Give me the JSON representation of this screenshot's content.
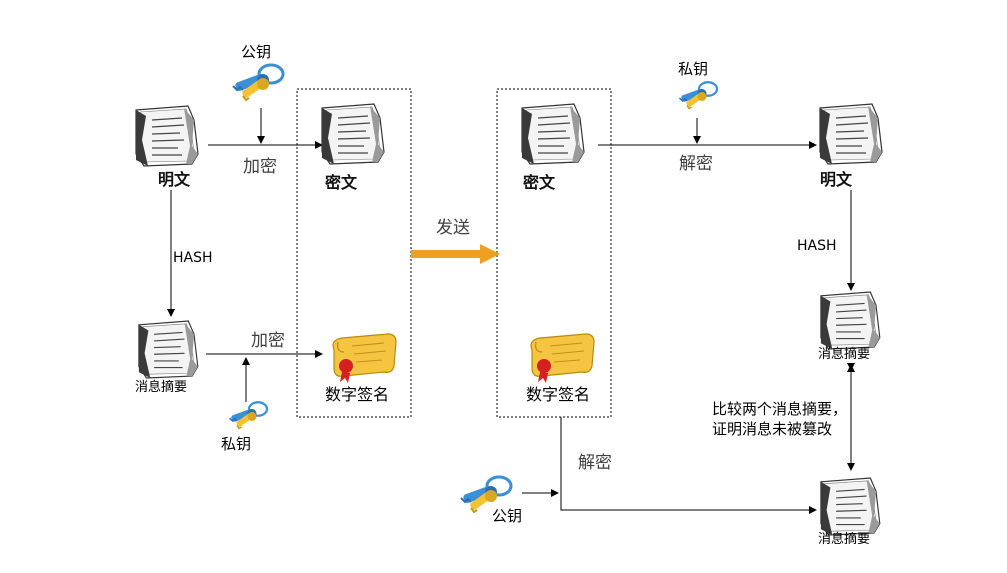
{
  "sender": {
    "plaintext_label": "明文",
    "hash_label": "HASH",
    "digest_label": "消息摘要",
    "encrypt_label_top": "加密",
    "encrypt_label_bottom": "加密",
    "public_key_label": "公钥",
    "private_key_label": "私钥",
    "ciphertext_label": "密文",
    "signature_label": "数字签名"
  },
  "transfer": {
    "send_label": "发送"
  },
  "receiver": {
    "ciphertext_label": "密文",
    "signature_label": "数字签名",
    "private_key_label": "私钥",
    "decrypt_label_top": "解密",
    "plaintext_label": "明文",
    "hash_label": "HASH",
    "digest_label_top": "消息摘要",
    "compare_line1": "比较两个消息摘要，",
    "compare_line2": "证明消息未被篡改",
    "decrypt_label_bottom": "解密",
    "public_key_label": "公钥",
    "digest_label_bottom": "消息摘要"
  },
  "colors": {
    "arrow": "#000000",
    "send_arrow": "#f0a020",
    "box_border": "#000000",
    "scroll_fill": "#f5c542",
    "seal": "#d42020",
    "key_blue": "#3a8fd6",
    "key_yellow": "#f2c230"
  },
  "icons": {
    "document": "document-icon",
    "key": "key-icon",
    "certificate": "certificate-scroll-icon"
  }
}
